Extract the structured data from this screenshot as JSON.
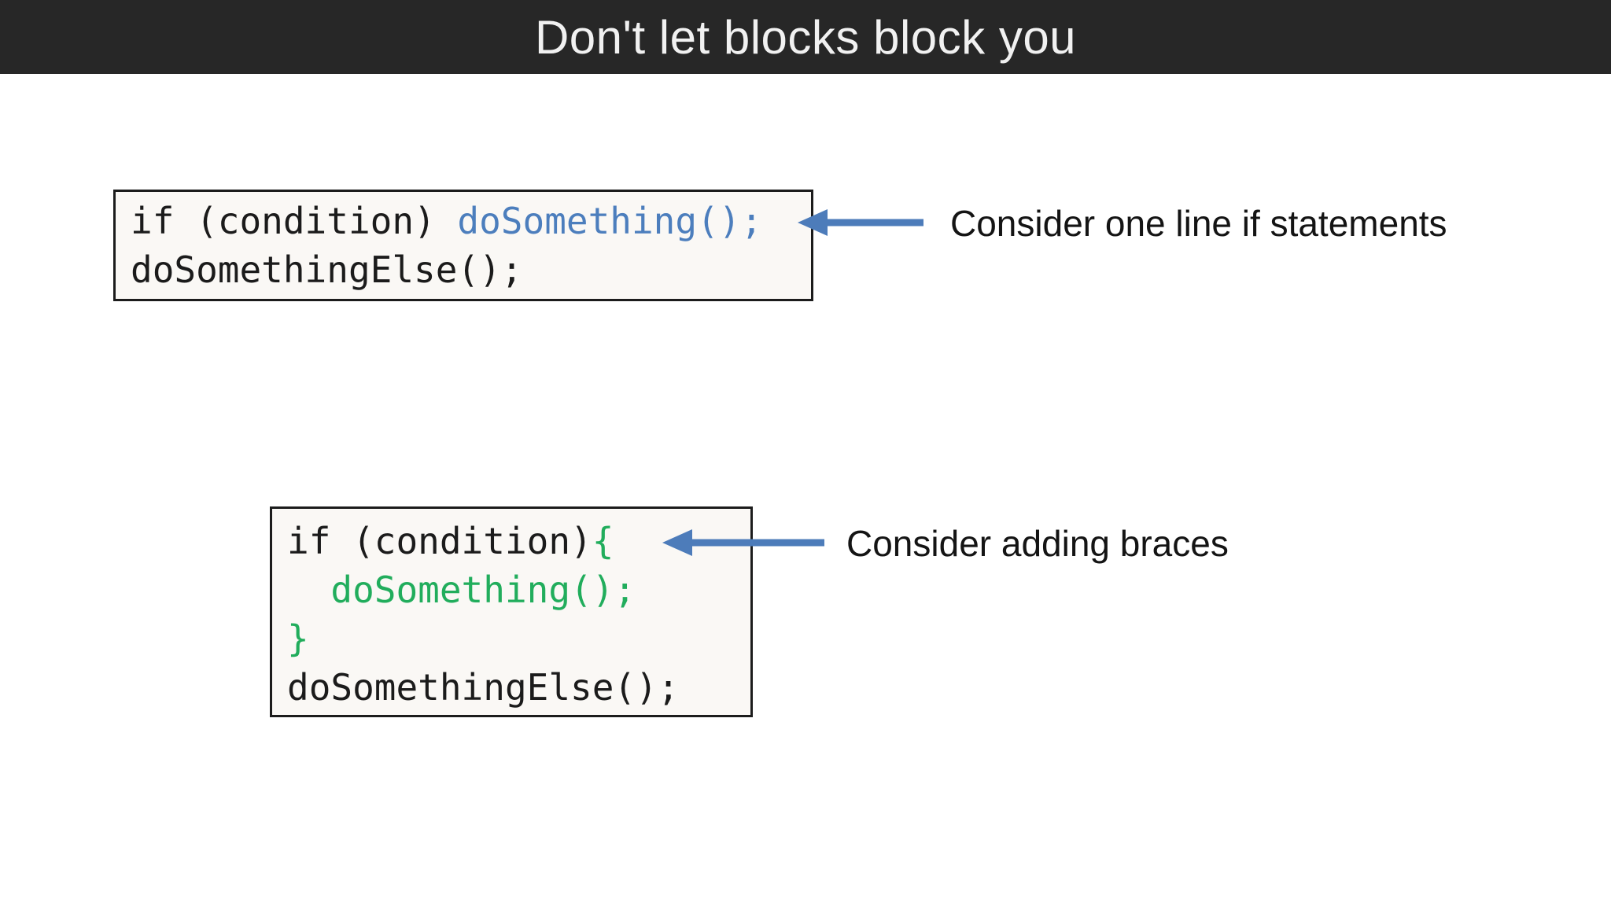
{
  "slide": {
    "title": "Don't let blocks block you"
  },
  "colors": {
    "header_bg": "#272727",
    "title_color": "#f1f1f1",
    "page_bg": "#ffffff",
    "code_bg": "#faf8f5",
    "code_border": "#1c1c1c",
    "code_default": "#1b1b1b",
    "code_blue": "#4c7ebd",
    "code_green": "#21ad5c",
    "arrow_blue": "#4d7cba",
    "label_color": "#141414"
  },
  "example1": {
    "code_lines": [
      [
        {
          "text": "if (condition) ",
          "color": "default"
        },
        {
          "text": "doSomething();",
          "color": "blue"
        }
      ],
      [
        {
          "text": "doSomethingElse();",
          "color": "default"
        }
      ]
    ],
    "annotation": "Consider one line if statements"
  },
  "example2": {
    "code_lines": [
      [
        {
          "text": "if (condition)",
          "color": "default"
        },
        {
          "text": "{",
          "color": "green"
        }
      ],
      [
        {
          "text": "  doSomething();",
          "color": "green"
        }
      ],
      [
        {
          "text": "}",
          "color": "green"
        }
      ],
      [
        {
          "text": "doSomethingElse();",
          "color": "default"
        }
      ]
    ],
    "annotation": "Consider adding braces"
  }
}
